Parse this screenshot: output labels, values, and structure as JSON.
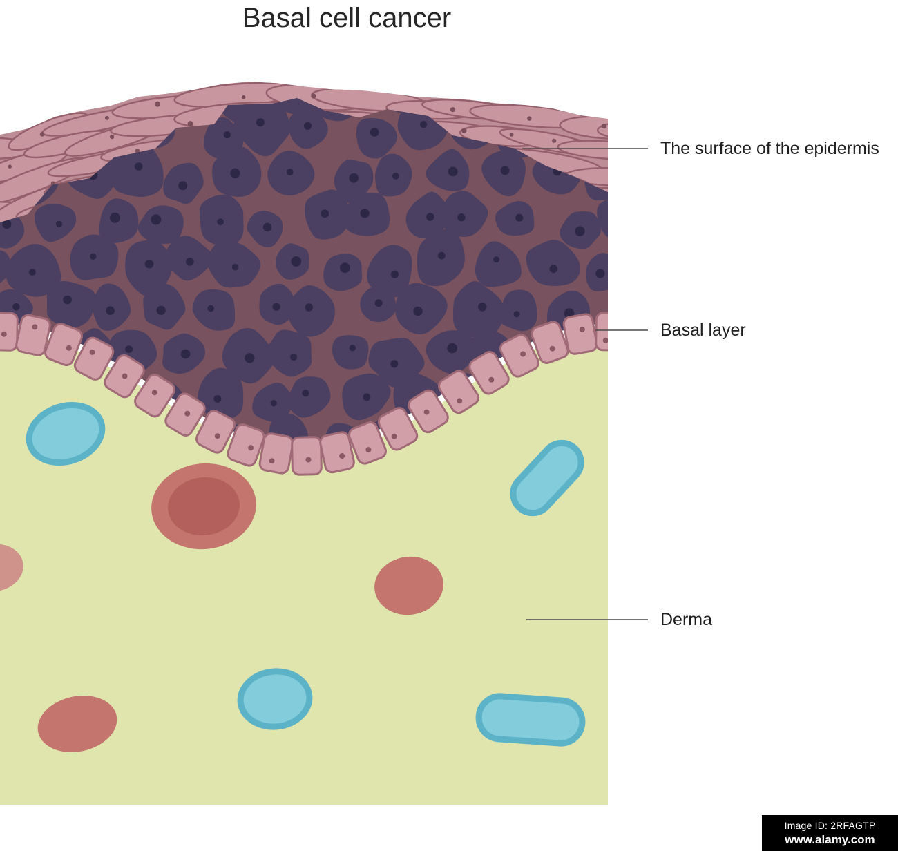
{
  "title": "Basal cell cancer",
  "labels": [
    {
      "id": "epidermis-surface",
      "text": "The surface of the epidermis"
    },
    {
      "id": "basal-layer",
      "text": "Basal layer"
    },
    {
      "id": "derma",
      "text": "Derma"
    }
  ],
  "watermark": {
    "line1": "Image ID: 2RFAGTP",
    "line2": "www.alamy.com"
  },
  "palette": {
    "background": "#ffffff",
    "title_text": "#262626",
    "label_text": "#1f1f1f",
    "leader_line": "#4a4a4a",
    "derma_fill": "#dfe5ad",
    "epidermis_base": "#bd8d96",
    "epidermis_cell_fill": "#c8969f",
    "epidermis_cell_stroke": "#95606c",
    "epidermis_dot": "#7a4f5b",
    "tumor_seam": "#78525f",
    "tumor_cell_fill": "#4b4061",
    "tumor_dot": "#2c2845",
    "basal_cell_fill": "#d09fa7",
    "basal_cell_stroke": "#a06b77",
    "basal_dot": "#8a5862",
    "red_cell_fill": "#c3756e",
    "red_cell_inner": "#b35f5c",
    "red_cell_soft": "#cf938c",
    "blue_cell_fill": "#82ccdc",
    "blue_cell_stroke": "#5cb2c6",
    "watermark_bg": "#000000",
    "watermark_text": "#ffffff"
  }
}
